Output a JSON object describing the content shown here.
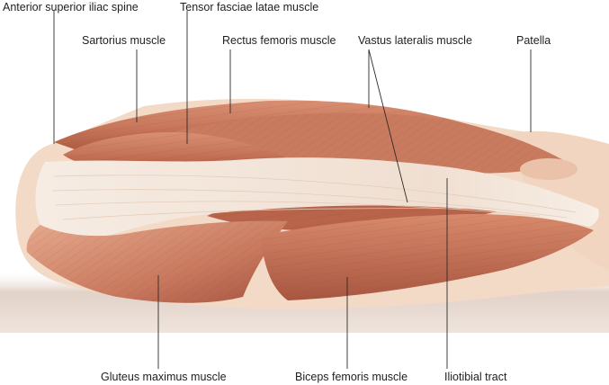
{
  "figure": {
    "colors": {
      "background": "#ffffff",
      "muscle_base": "#c7765b",
      "muscle_dark": "#9c4a34",
      "muscle_light": "#e1a184",
      "tendon": "#f2e4d8",
      "skin": "#f4ddc9",
      "floor_shadow": "#e5d6cd",
      "leader_line": "#2b2b2b"
    },
    "labels": {
      "asis": "Anterior superior iliac spine",
      "tfl": "Tensor fasciae latae muscle",
      "sartorius": "Sartorius muscle",
      "rectus_femoris": "Rectus femoris muscle",
      "vastus_lateralis": "Vastus lateralis muscle",
      "patella": "Patella",
      "gluteus_maximus": "Gluteus maximus muscle",
      "biceps_femoris": "Biceps femoris muscle",
      "iliotibial_tract": "Iliotibial tract"
    }
  }
}
